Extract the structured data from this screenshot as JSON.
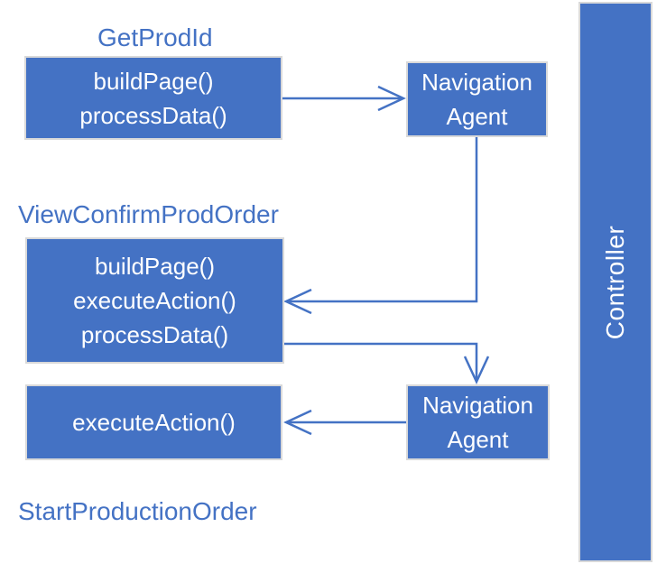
{
  "diagram": {
    "labels": {
      "getprodid": "GetProdId",
      "viewconfirmprodorder": "ViewConfirmProdOrder",
      "startproductionorder": "StartProductionOrder"
    },
    "boxes": {
      "getprodid_methods": {
        "lines": [
          "buildPage()",
          "processData()"
        ]
      },
      "nav_agent_1": {
        "lines": [
          "Navigation",
          "Agent"
        ]
      },
      "viewconfirm_methods": {
        "lines": [
          "buildPage()",
          "executeAction()",
          "processData()"
        ]
      },
      "execute_action": {
        "lines": [
          "executeAction()"
        ]
      },
      "nav_agent_2": {
        "lines": [
          "Navigation",
          "Agent"
        ]
      },
      "controller": {
        "label": "Controller"
      }
    },
    "colors": {
      "box_fill": "#4472C4",
      "box_border": "#D9D9D9",
      "arrow": "#4472C4",
      "label_text": "#4472C4",
      "box_text": "#FFFFFF"
    }
  }
}
